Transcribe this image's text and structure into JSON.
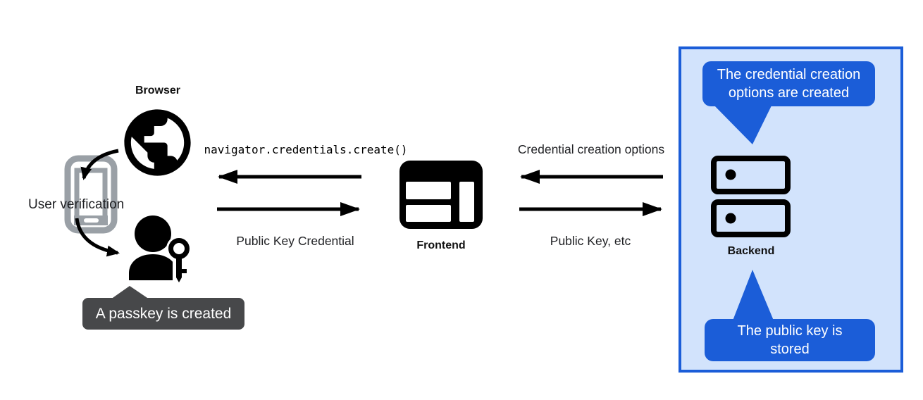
{
  "nodes": {
    "browser": {
      "label": "Browser"
    },
    "user_verification": {
      "label": "User verification"
    },
    "frontend": {
      "label": "Frontend"
    },
    "backend": {
      "label": "Backend"
    }
  },
  "messages": {
    "api_call": "navigator.credentials.create()",
    "public_key_credential": "Public Key Credential",
    "credential_creation_options": "Credential creation options",
    "public_key_etc": "Public Key, etc"
  },
  "callouts": {
    "passkey_created": "A passkey is created",
    "options_created": "The credential creation options are created",
    "public_key_stored": "The public key is stored"
  },
  "colors": {
    "callout_blue": "#1b5dd8",
    "panel_fill": "#d2e3fc",
    "panel_border": "#1b5dd8",
    "tooltip_gray": "#47484a",
    "icon_black": "#000000",
    "phone_gray": "#9aa0a6",
    "text": "#202124"
  },
  "icons": {
    "globe": "globe-icon",
    "phone": "phone-icon",
    "person_key": "person-key-icon",
    "browser_window": "browser-window-icon",
    "server": "server-icon"
  }
}
